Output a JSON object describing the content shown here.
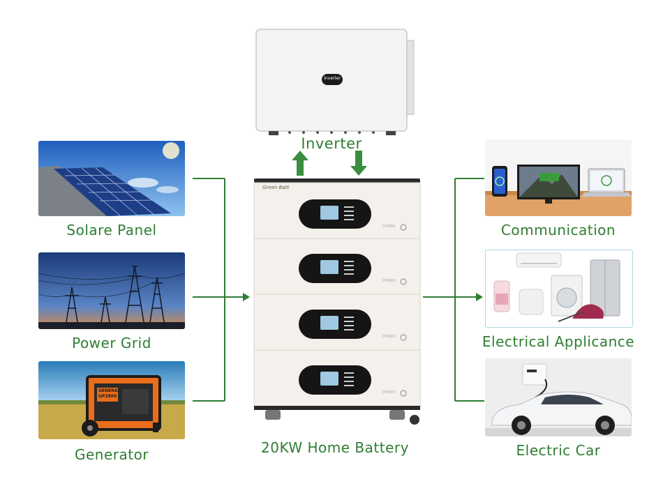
{
  "inverter": {
    "device_label": "Inverter",
    "caption": "Inverter"
  },
  "battery": {
    "caption": "20KW Home Battery",
    "brand": "Green Batt",
    "module_label": "POWER"
  },
  "sources": [
    {
      "label": "Solare Panel",
      "icon": "solar-panel-photo"
    },
    {
      "label": "Power Grid",
      "icon": "power-grid-photo"
    },
    {
      "label": "Generator",
      "icon": "generator-photo"
    }
  ],
  "loads": [
    {
      "label": "Communication",
      "icon": "communication-devices-photo"
    },
    {
      "label": "Electrical Applicance",
      "icon": "appliances-photo"
    },
    {
      "label": "Electric Car",
      "icon": "electric-car-photo"
    }
  ],
  "generator_brand": "GENERAC",
  "generator_model": "GP2800",
  "colors": {
    "connector": "#2e7d32",
    "arrow": "#3b8e3f",
    "label": "#2e7d32"
  }
}
